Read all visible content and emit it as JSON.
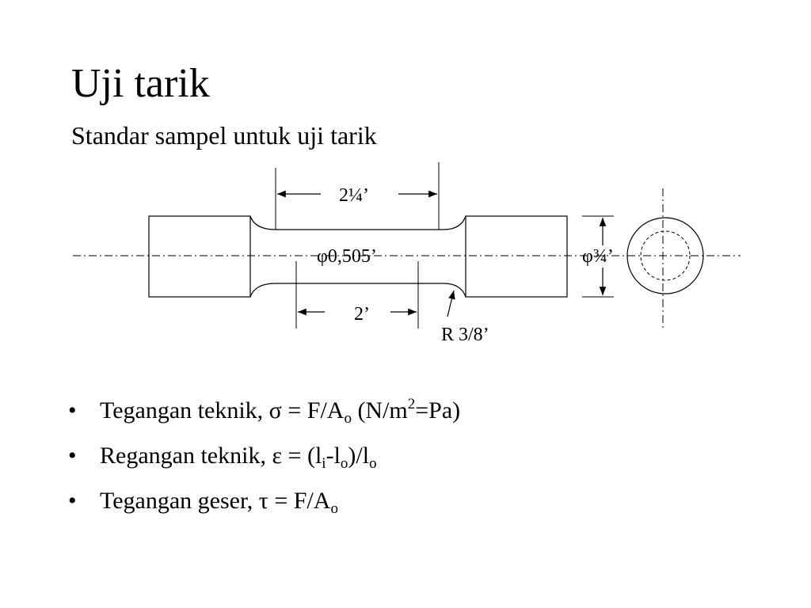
{
  "slide": {
    "title": "Uji tarik",
    "subtitle": "Standar sampel untuk uji tarik"
  },
  "diagram": {
    "dim_reduced_length": "2¼’",
    "dim_gauge_diameter": "φ0,505’",
    "dim_gauge_length": "2’",
    "dim_fillet_radius": "R 3/8’",
    "dim_shoulder_diameter": "φ¾’"
  },
  "bullets": {
    "bullet_glyph": "•",
    "stress": {
      "prefix": "Tegangan teknik, σ = F/A",
      "sub": "o",
      "unit_open": " (N/m",
      "sup": "2",
      "unit_close": "=Pa)"
    },
    "strain": {
      "prefix": "Regangan teknik, ε = (l",
      "sub1": "i",
      "mid1": "-l",
      "sub2": "o",
      "mid2": ")/l",
      "sub3": "o"
    },
    "shear": {
      "prefix": "Tegangan geser, τ = F/A",
      "sub": "o"
    }
  }
}
